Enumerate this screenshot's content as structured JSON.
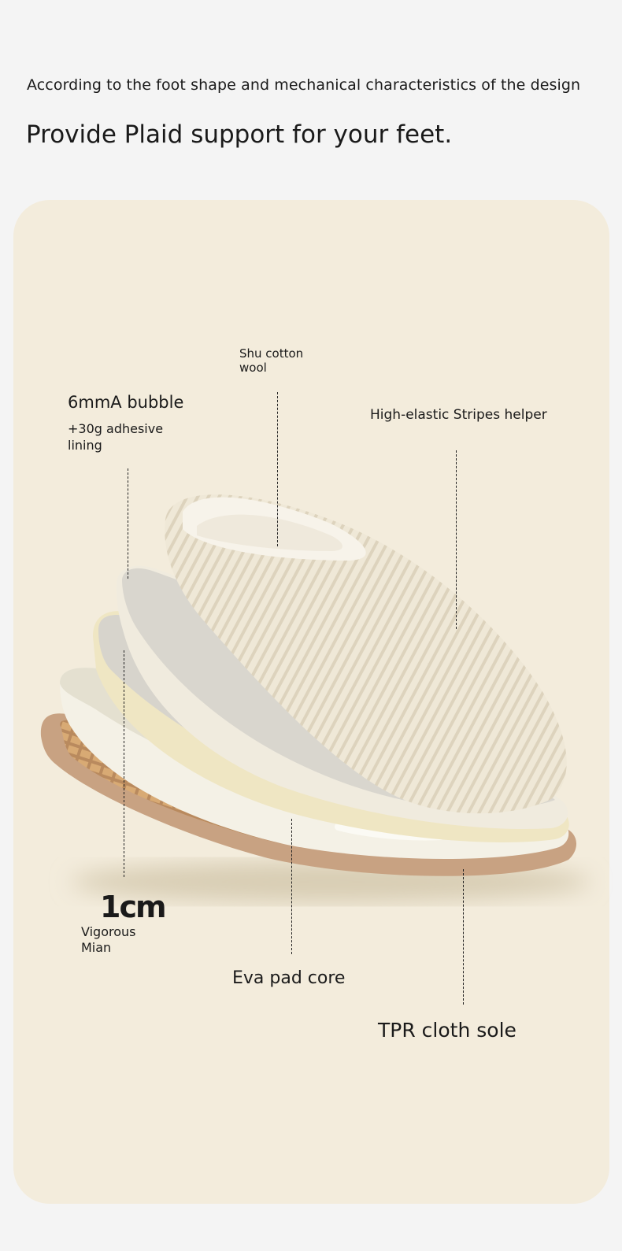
{
  "header": {
    "subtitle": "According to the foot shape and mechanical characteristics of the design",
    "title": "Provide Plaid support for your feet."
  },
  "layers": {
    "cotton_wool": "Shu cotton\nwool",
    "bubble": "6mmA bubble",
    "adhesive_lining": "+30g adhesive\nlining",
    "stripes_helper": "High-elastic Stripes helper",
    "thickness": "1cm",
    "vigorous_mian": "Vigorous\nMian",
    "eva_core": "Eva pad core",
    "tpr_sole": "TPR cloth sole"
  },
  "colors": {
    "page_bg": "#f4f4f4",
    "card_bg": "#f3ecdc",
    "upper": "#ece4d2",
    "insole_top": "#dcd8d0",
    "foam": "#efe6c6",
    "eva": "#ebe7d9",
    "sole": "#c9a484"
  }
}
